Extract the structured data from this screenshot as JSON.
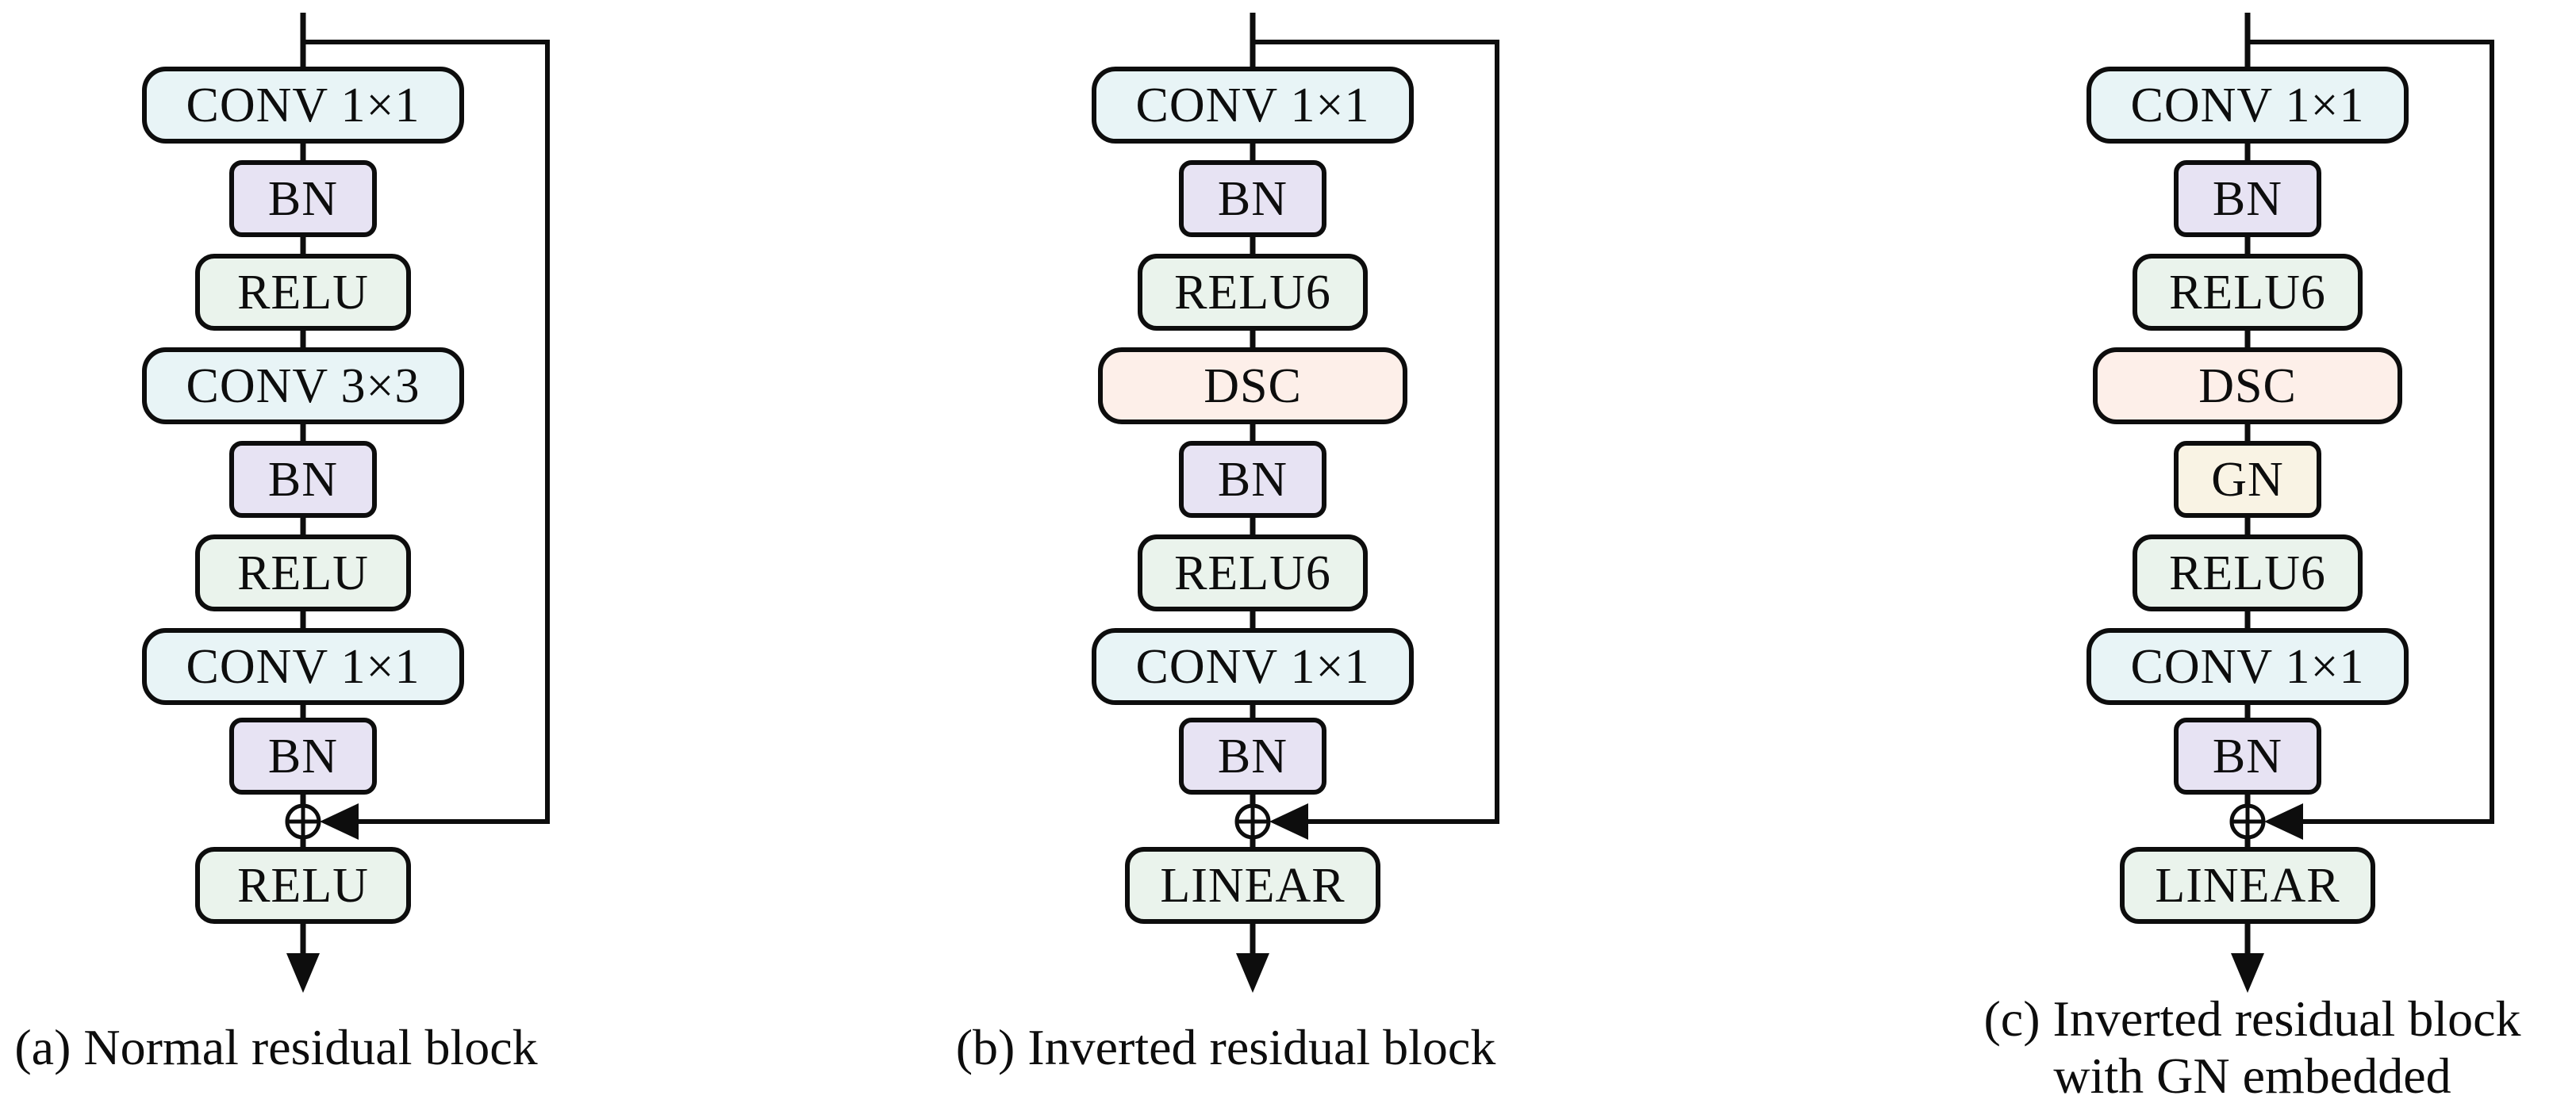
{
  "palette": {
    "conv": "#e8f4f6",
    "bn": "#e7e3f3",
    "relu": "#eaf3ec",
    "dsc": "#fdefe9",
    "gn": "#f9f3e4",
    "linear": "#eaf3ec",
    "line": "#0d0d0d",
    "background": "#ffffff"
  },
  "merge_symbol": "⊕",
  "diagrams": [
    {
      "key": "a",
      "caption_lines": [
        "(a) Normal residual block"
      ],
      "boxes": [
        {
          "label": "CONV 1×1",
          "type": "conv"
        },
        {
          "label": "BN",
          "type": "bn"
        },
        {
          "label": "RELU",
          "type": "relu"
        },
        {
          "label": "CONV 3×3",
          "type": "conv"
        },
        {
          "label": "BN",
          "type": "bn"
        },
        {
          "label": "RELU",
          "type": "relu"
        },
        {
          "label": "CONV 1×1",
          "type": "conv"
        },
        {
          "label": "BN",
          "type": "bn"
        }
      ],
      "output": {
        "label": "RELU",
        "type": "relu"
      }
    },
    {
      "key": "b",
      "caption_lines": [
        "(b) Inverted residual block"
      ],
      "boxes": [
        {
          "label": "CONV 1×1",
          "type": "conv"
        },
        {
          "label": "BN",
          "type": "bn"
        },
        {
          "label": "RELU6",
          "type": "relu"
        },
        {
          "label": "DSC",
          "type": "dsc"
        },
        {
          "label": "BN",
          "type": "bn"
        },
        {
          "label": "RELU6",
          "type": "relu"
        },
        {
          "label": "CONV 1×1",
          "type": "conv"
        },
        {
          "label": "BN",
          "type": "bn"
        }
      ],
      "output": {
        "label": "LINEAR",
        "type": "linear"
      }
    },
    {
      "key": "c",
      "caption_lines": [
        "(c) Inverted residual block",
        "with GN embedded"
      ],
      "boxes": [
        {
          "label": "CONV 1×1",
          "type": "conv"
        },
        {
          "label": "BN",
          "type": "bn"
        },
        {
          "label": "RELU6",
          "type": "relu"
        },
        {
          "label": "DSC",
          "type": "dsc"
        },
        {
          "label": "GN",
          "type": "gn"
        },
        {
          "label": "RELU6",
          "type": "relu"
        },
        {
          "label": "CONV 1×1",
          "type": "conv"
        },
        {
          "label": "BN",
          "type": "bn"
        }
      ],
      "output": {
        "label": "LINEAR",
        "type": "linear"
      }
    }
  ]
}
